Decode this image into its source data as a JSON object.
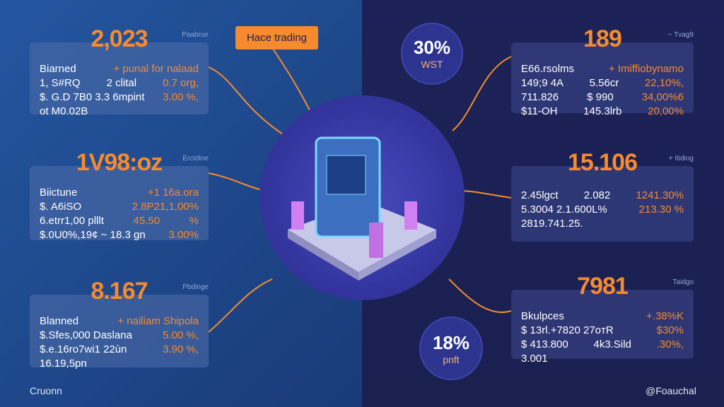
{
  "button": {
    "label": "Hace trading"
  },
  "circles": [
    {
      "pct": "30%",
      "sub": "WST"
    },
    {
      "pct": "18%",
      "sub": "pnft"
    }
  ],
  "left_panels": [
    {
      "big": "2,023",
      "tag": "Paabrue",
      "rows": [
        [
          "Biarned",
          "+ punal for nalaad"
        ],
        [
          "1, S#RQ",
          "2 clital",
          "0.7 org,"
        ],
        [
          "$. G.D 7B0 3.3 6mpint",
          "",
          "3.00 %,"
        ],
        [
          "ot M0.02B",
          "",
          ""
        ]
      ]
    },
    {
      "big": "1V98:oz",
      "tag": "Ercidtne",
      "rows": [
        [
          "Biictune",
          "+1 16a.ora"
        ],
        [
          "$. A6iSO",
          "",
          "2.8P21,1,00%"
        ],
        [
          "6.etrr1,00 plllt",
          "45.50",
          "%"
        ],
        [
          "$.0U0%,19¢ ~ 18.3 gn",
          "",
          "3.00%"
        ]
      ]
    },
    {
      "big": "8.167",
      "tag": "Pbdinge",
      "rows": [
        [
          "Blanned",
          "+ nailiam Shipola"
        ],
        [
          "$.Sfes,000 Daslana",
          "",
          "5.00 %,"
        ],
        [
          "$.e.16ro7wi1 22ùn",
          "",
          "3.90 %,"
        ],
        [
          "16.19,5pn",
          "",
          ""
        ]
      ]
    }
  ],
  "right_panels": [
    {
      "big": "189",
      "tag": "~ Tvag9",
      "rows": [
        [
          "E66.rsolms",
          "+ Imiffiobynamo"
        ],
        [
          "149;9 4A",
          "5.56cr",
          "22,10%,"
        ],
        [
          "711.826",
          "$ 990",
          "34,00%6"
        ],
        [
          "$11-OH",
          "145.3lrb",
          "20,00%"
        ]
      ]
    },
    {
      "big": "15.106",
      "tag": "+ Itiding",
      "rows": [
        [
          "",
          ""
        ],
        [
          "2.45lgct",
          "2.082",
          "1241.30%"
        ],
        [
          "5.3004 2.1.600L%",
          "",
          "213.30 %"
        ],
        [
          "2819.741.25.",
          "",
          ""
        ]
      ]
    },
    {
      "big": "7981",
      "tag": "Taidgo",
      "rows": [
        [
          "Bkulpces",
          "+.38%K"
        ],
        [
          "$ 13rl.+7820 27oтR",
          "",
          "$30%"
        ],
        [
          "$ 413.800",
          "4k3.Sild",
          ".30%,"
        ],
        [
          "3.001",
          "",
          ""
        ]
      ]
    }
  ],
  "footer": {
    "left": "Cruonn",
    "right": "@Foauchal"
  },
  "colors": {
    "accent": "#f58a2e",
    "left_bg": "#1d4688",
    "right_bg": "#1b2152"
  }
}
